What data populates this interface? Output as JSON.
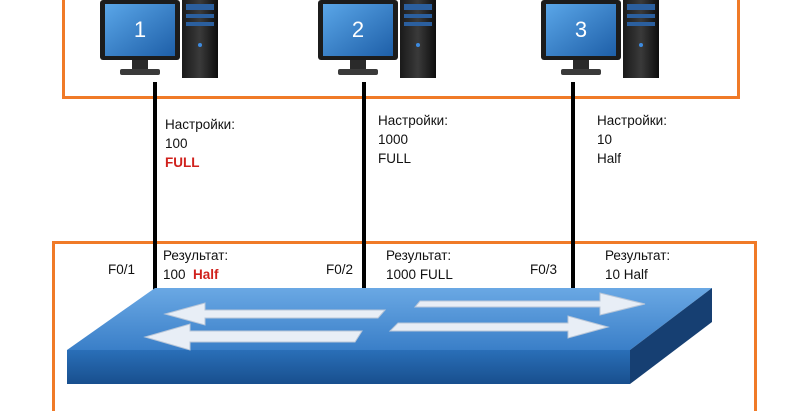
{
  "colors": {
    "frame": "#f07a28",
    "highlight": "#d0211c",
    "switch_top": "#4a8fd6",
    "switch_front": "#1f5ea3"
  },
  "computers": [
    {
      "number": "1",
      "settings_label": "Настройки:",
      "speed": "100",
      "duplex": "FULL",
      "duplex_highlight": true
    },
    {
      "number": "2",
      "settings_label": "Настройки:",
      "speed": "1000",
      "duplex": "FULL",
      "duplex_highlight": false
    },
    {
      "number": "3",
      "settings_label": "Настройки:",
      "speed": "10",
      "duplex": "Half",
      "duplex_highlight": false
    }
  ],
  "ports": [
    {
      "name": "F0/1",
      "result_label": "Результат:",
      "speed": "100",
      "duplex": "Half",
      "duplex_highlight": true
    },
    {
      "name": "F0/2",
      "result_label": "Результат:",
      "speed": "1000",
      "duplex": "FULL",
      "duplex_highlight": false
    },
    {
      "name": "F0/3",
      "result_label": "Результат:",
      "speed": "10",
      "duplex": "Half",
      "duplex_highlight": false
    }
  ],
  "icons": {
    "computer": "desktop-computer-icon",
    "switch": "network-switch-icon"
  }
}
